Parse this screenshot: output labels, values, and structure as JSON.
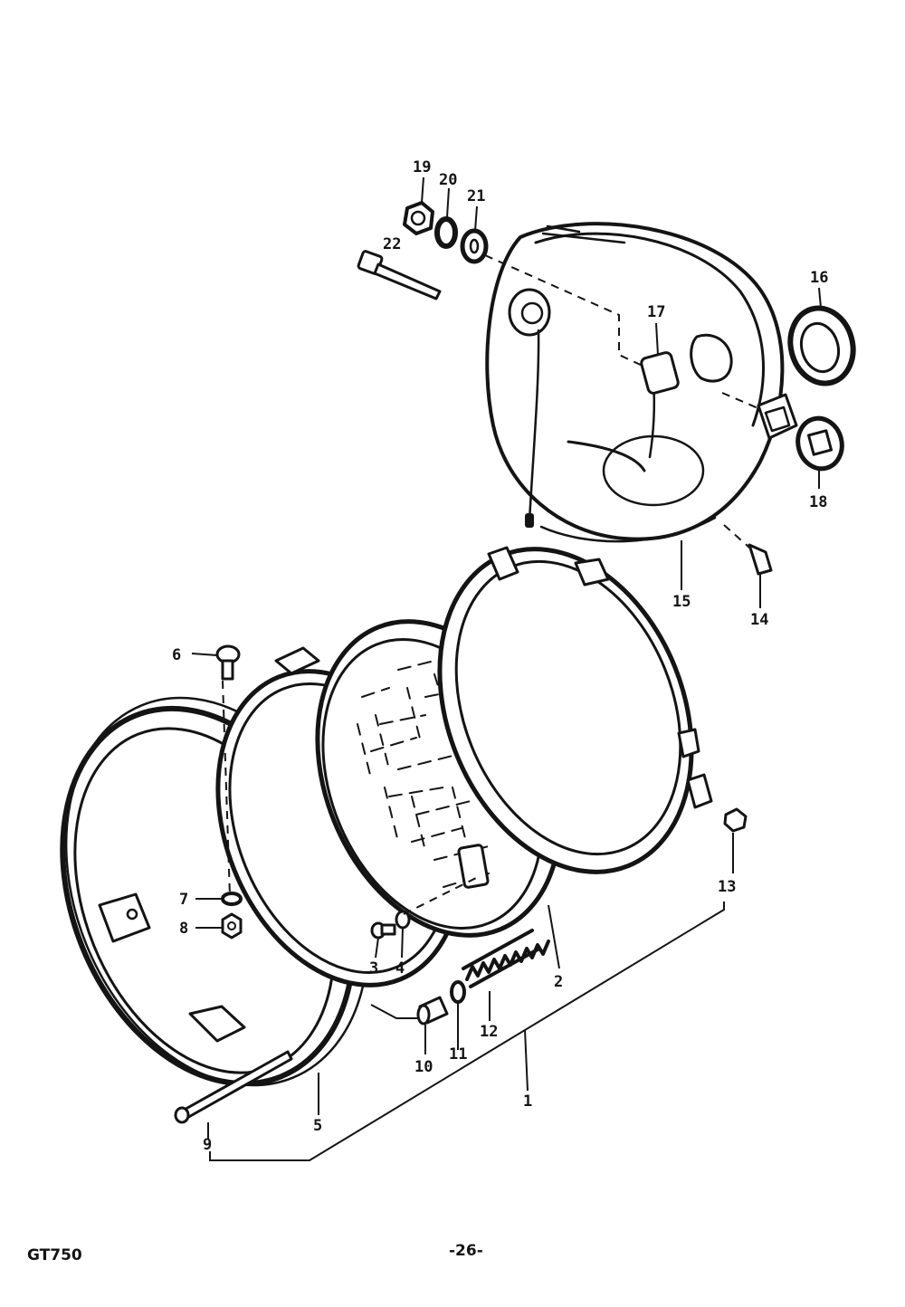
{
  "diagram": {
    "part_numbers": [
      "1",
      "2",
      "3",
      "4",
      "5",
      "6",
      "7",
      "8",
      "9",
      "10",
      "11",
      "12",
      "13",
      "14",
      "15",
      "16",
      "17",
      "18",
      "19",
      "20",
      "21",
      "22"
    ]
  },
  "footer": {
    "model": "GT750",
    "page": "-26-"
  }
}
